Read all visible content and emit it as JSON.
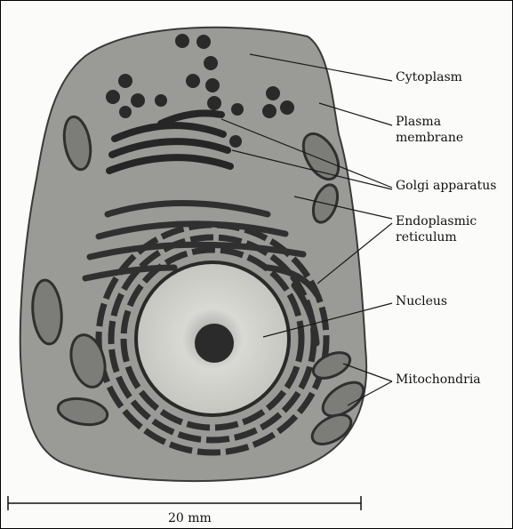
{
  "labels": {
    "cytoplasm": "Cytoplasm",
    "plasma_membrane_line1": "Plasma",
    "plasma_membrane_line2": "membrane",
    "golgi": "Golgi apparatus",
    "er_line1": "Endoplasmic",
    "er_line2": "reticulum",
    "nucleus": "Nucleus",
    "mitochondria": "Mitochondria"
  },
  "scale_bar": {
    "label": "20 mm"
  }
}
